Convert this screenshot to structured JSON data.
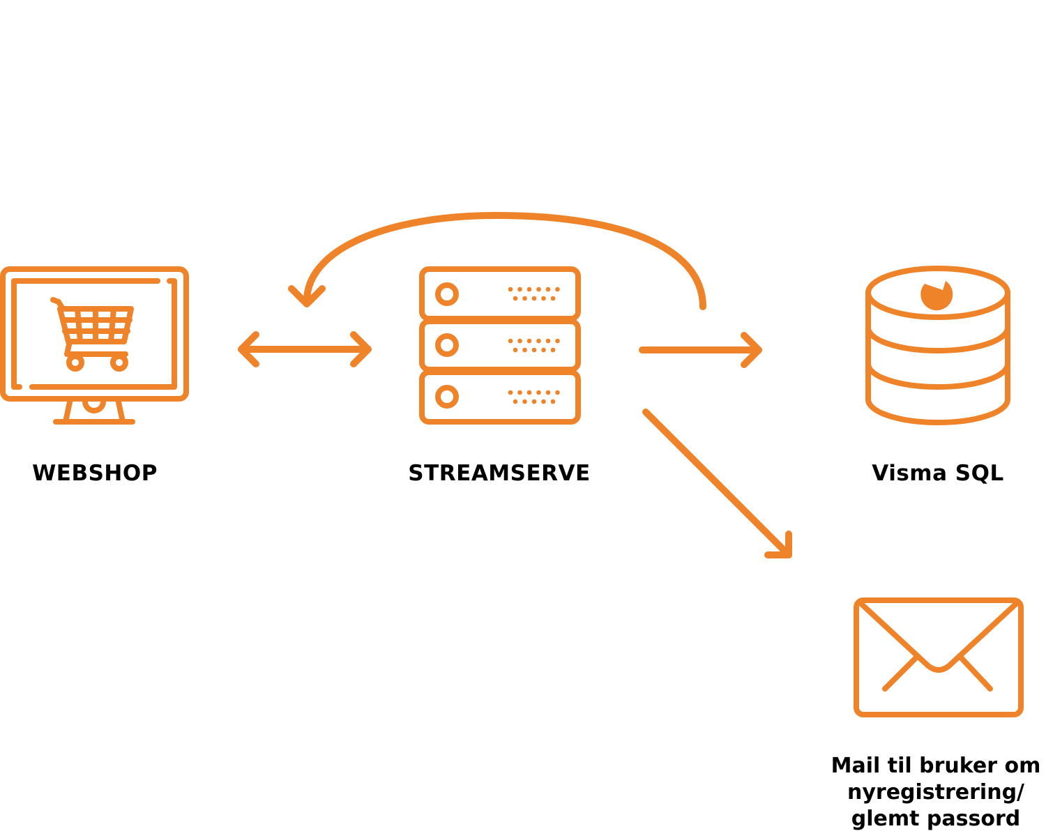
{
  "colors": {
    "accent": "#ef8329",
    "text": "#000000",
    "background": "#ffffff"
  },
  "nodes": {
    "webshop": {
      "label": "WEBSHOP",
      "icon": "shopping-cart-monitor-icon"
    },
    "streamserve": {
      "label": "STREAMSERVE",
      "icon": "server-rack-icon"
    },
    "visma": {
      "label": "Visma SQL",
      "icon": "database-icon"
    },
    "mail": {
      "label": "Mail til bruker om nyregistrering/ glemt passord",
      "icon": "envelope-icon"
    }
  },
  "edges": [
    {
      "from": "webshop",
      "to": "streamserve",
      "type": "bidirectional-arrow"
    },
    {
      "from": "streamserve",
      "to": "webshop",
      "type": "curved-arrow"
    },
    {
      "from": "streamserve",
      "to": "visma",
      "type": "arrow"
    },
    {
      "from": "streamserve",
      "to": "mail",
      "type": "arrow"
    }
  ]
}
